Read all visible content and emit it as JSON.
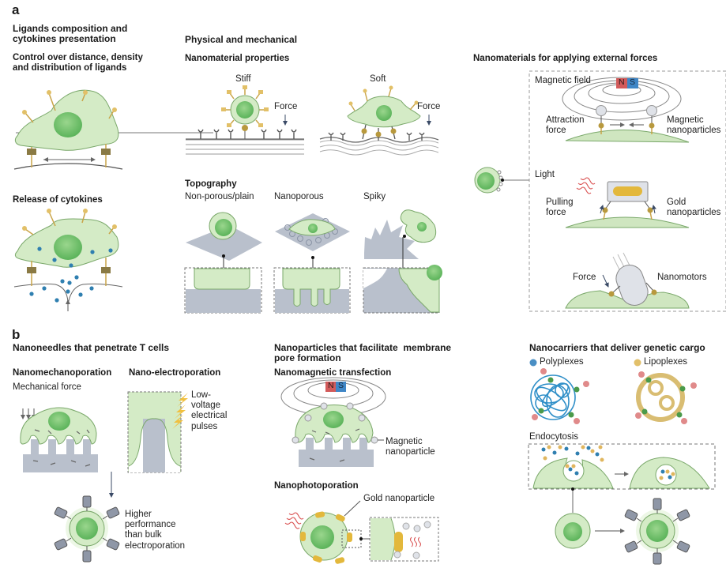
{
  "figure": {
    "panel_a": {
      "label": "a",
      "ligands": {
        "title": "Ligands composition and\ncytokines presentation",
        "control_subtitle": "Control over distance, density\nand distribution of ligands",
        "release_subtitle": "Release of cytokines"
      },
      "physical": {
        "title": "Physical and mechanical",
        "nanomaterial_properties": {
          "title": "Nanomaterial properties",
          "stiff_label": "Stiff",
          "soft_label": "Soft",
          "force_label_1": "Force",
          "force_label_2": "Force"
        },
        "topography": {
          "title": "Topography",
          "items": [
            "Non-porous/plain",
            "Nanoporous",
            "Spiky"
          ]
        }
      },
      "external_forces": {
        "title": "Nanomaterials for applying external forces",
        "magnetic": {
          "title": "Magnetic field",
          "magnet_n": "N",
          "magnet_s": "S",
          "left_label": "Attraction\nforce",
          "right_label": "Magnetic\nnanoparticles"
        },
        "light": {
          "title": "Light",
          "left_label": "Pulling\nforce",
          "right_label": "Gold\nnanoparticles"
        },
        "nanomotors": {
          "left_label": "Force",
          "right_label": "Nanomotors"
        }
      }
    },
    "panel_b": {
      "label": "b",
      "nanoneedles": {
        "title": "Nanoneedles that penetrate T cells",
        "mechano_title": "Nanomechanoporation",
        "mechano_subtitle": "Mechanical force",
        "electro_title": "Nano-electroporation",
        "electro_label": "Low-\nvoltage\nelectrical\npulses",
        "outcome_label": "Higher\nperformance\nthan bulk\nelectroporation"
      },
      "nanoparticles": {
        "title": "Nanoparticles that facilitate  membrane\npore formation",
        "magnetic_title": "Nanomagnetic transfection",
        "magnet_n": "N",
        "magnet_s": "S",
        "magnetic_label": "Magnetic\nnanoparticle",
        "photo_title": "Nanophotoporation",
        "gold_label": "Gold nanoparticle"
      },
      "nanocarriers": {
        "title": "Nanocarriers that deliver genetic cargo",
        "legend": [
          {
            "label": "Polyplexes",
            "color": "#4a8fc4"
          },
          {
            "label": "Lipoplexes",
            "color": "#e2c06a"
          }
        ],
        "endocytosis_label": "Endocytosis"
      }
    },
    "colors": {
      "cell": "#cfe8c0",
      "cell_stroke": "#6aa35a",
      "nucleus": "#6cc06a",
      "substrate": "#b9c0cc",
      "ligand": "#d7b45a",
      "magnet_n": "#d25a5a",
      "magnet_s": "#3f86c6",
      "cytokine": "#2f7fb0",
      "gold": "#e3b83c",
      "arrow": "#3a4a66"
    }
  }
}
